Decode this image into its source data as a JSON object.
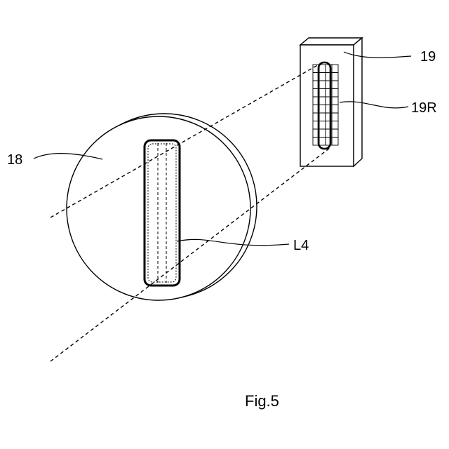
{
  "labels": {
    "lens": "18",
    "sensor": "19",
    "sensor_array": "19R",
    "slit": "L4"
  },
  "caption": "Fig.5"
}
